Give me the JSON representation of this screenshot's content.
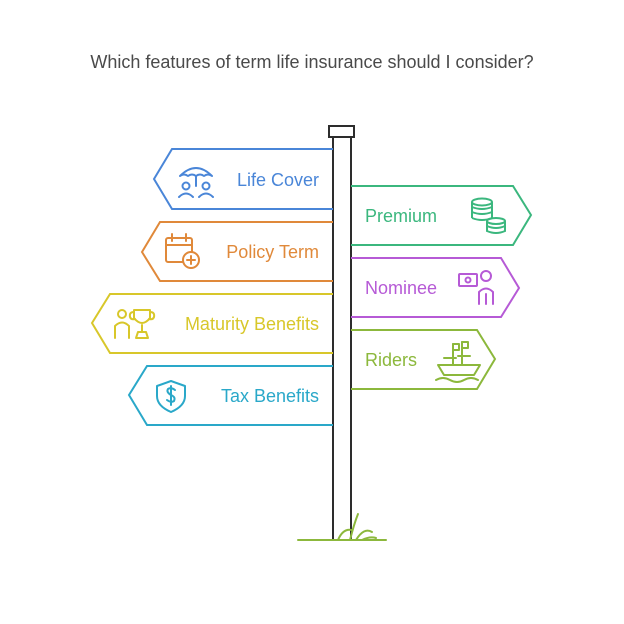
{
  "title": "Which features of term life insurance should I consider?",
  "signs": [
    {
      "label": "Life Cover",
      "color": "#4a86d8",
      "icon": "umbrella-family-icon"
    },
    {
      "label": "Premium",
      "color": "#3bb77e",
      "icon": "coins-stack-icon"
    },
    {
      "label": "Policy Term",
      "color": "#e0893a",
      "icon": "calendar-plus-icon"
    },
    {
      "label": "Nominee",
      "color": "#b65ad6",
      "icon": "person-money-icon"
    },
    {
      "label": "Maturity Benefits",
      "color": "#d8c72a",
      "icon": "person-trophy-icon"
    },
    {
      "label": "Riders",
      "color": "#8cb83c",
      "icon": "ship-flags-icon"
    },
    {
      "label": "Tax Benefits",
      "color": "#2aa8c9",
      "icon": "shield-dollar-icon"
    }
  ],
  "colors": {
    "pole": "#2d2d2d",
    "grass": "#8cb83c"
  }
}
